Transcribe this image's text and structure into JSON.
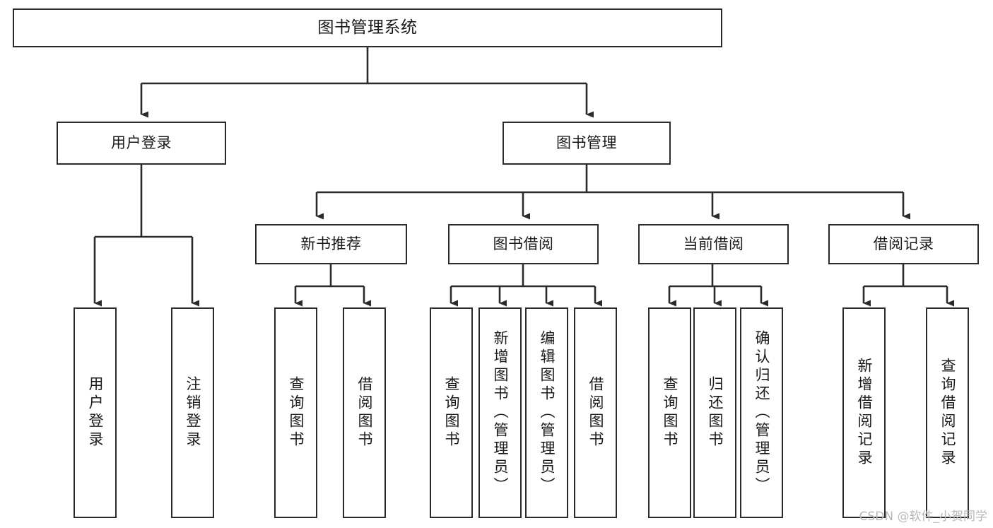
{
  "diagram": {
    "title": "图书管理系统",
    "type": "tree-hierarchy",
    "background_color": "#ffffff",
    "line_color": "#2b2b2b",
    "text_color": "#1a1a1a",
    "root": {
      "id": "root",
      "label": "图书管理系统"
    },
    "level1": [
      {
        "id": "user-login",
        "label": "用户登录"
      },
      {
        "id": "book-management",
        "label": "图书管理"
      }
    ],
    "level2": [
      {
        "id": "new-book-recommend",
        "label": "新书推荐",
        "parent": "book-management"
      },
      {
        "id": "book-borrow",
        "label": "图书借阅",
        "parent": "book-management"
      },
      {
        "id": "current-borrow",
        "label": "当前借阅",
        "parent": "book-management"
      },
      {
        "id": "borrow-records",
        "label": "借阅记录",
        "parent": "book-management"
      }
    ],
    "leaves": [
      {
        "id": "leaf-user-login",
        "label": "用户登录",
        "parent": "user-login"
      },
      {
        "id": "leaf-logout-login",
        "label": "注销登录",
        "parent": "user-login"
      },
      {
        "id": "leaf-query-book-1",
        "label": "查询图书",
        "parent": "new-book-recommend"
      },
      {
        "id": "leaf-borrow-book-1",
        "label": "借阅图书",
        "parent": "new-book-recommend"
      },
      {
        "id": "leaf-query-book-2",
        "label": "查询图书",
        "parent": "book-borrow"
      },
      {
        "id": "leaf-add-book",
        "label": "新增图书（管理员）",
        "parent": "book-borrow"
      },
      {
        "id": "leaf-edit-book",
        "label": "编辑图书（管理员）",
        "parent": "book-borrow"
      },
      {
        "id": "leaf-borrow-book-2",
        "label": "借阅图书",
        "parent": "book-borrow"
      },
      {
        "id": "leaf-query-book-3",
        "label": "查询图书",
        "parent": "current-borrow"
      },
      {
        "id": "leaf-return-book",
        "label": "归还图书",
        "parent": "current-borrow"
      },
      {
        "id": "leaf-confirm-return",
        "label": "确认归还（管理员）",
        "parent": "current-borrow"
      },
      {
        "id": "leaf-add-record",
        "label": "新增借阅记录",
        "parent": "borrow-records"
      },
      {
        "id": "leaf-query-record",
        "label": "查询借阅记录",
        "parent": "borrow-records"
      }
    ],
    "watermark": "CSDN @软件_小贺同学"
  }
}
